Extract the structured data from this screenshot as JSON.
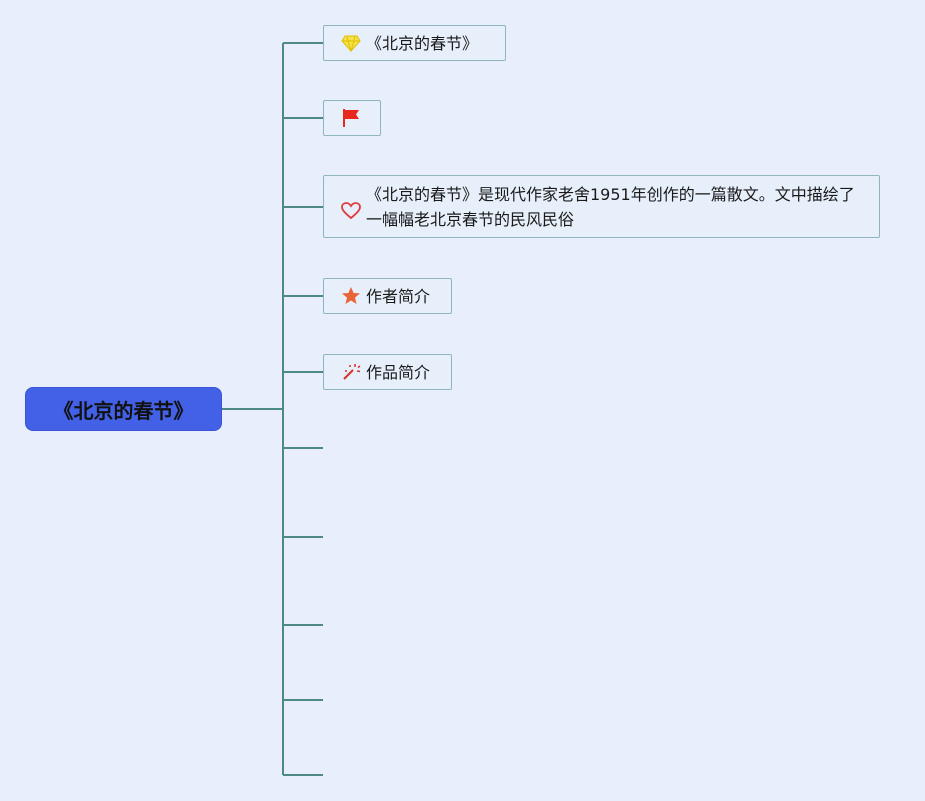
{
  "central": {
    "label": "《北京的春节》"
  },
  "topics": [
    {
      "label": "《北京的春节》",
      "icon": "diamond-icon",
      "icon_color": "#f5d90a"
    },
    {
      "label": "",
      "icon": "flag-icon",
      "icon_color": "#e8281e"
    },
    {
      "label": "《北京的春节》是现代作家老舍1951年创作的一篇散文。文中描绘了一幅幅老北京春节的民风民俗",
      "icon": "heart-icon",
      "icon_color": "#e03a3a"
    },
    {
      "label": "作者简介",
      "icon": "star-icon",
      "icon_color": "#e8653a"
    },
    {
      "label": "作品简介",
      "icon": "magic-wand-icon",
      "icon_color": "#d6332a"
    }
  ],
  "empty_branch_count": 5,
  "colors": {
    "background": "#e8eefb",
    "central_fill": "#4361e6",
    "connector": "#4d8a86",
    "topic_border": "#8fb6bf",
    "topic_fill": "#e6effa"
  }
}
